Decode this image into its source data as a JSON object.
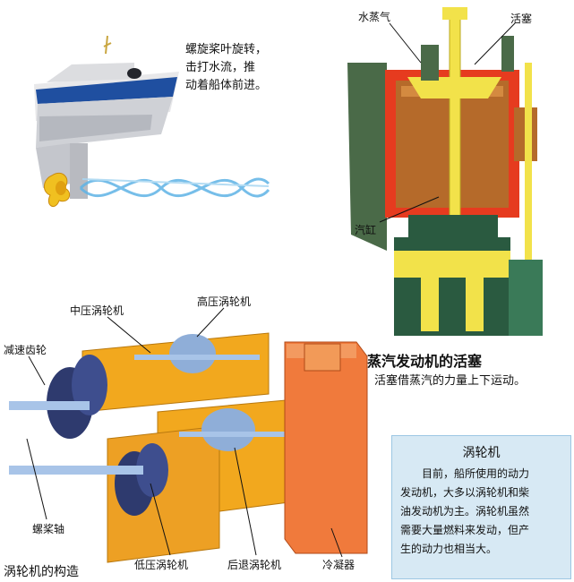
{
  "propeller": {
    "caption_lines": [
      "螺旋桨叶旋转，",
      "击打水流，推",
      "动着船体前进。"
    ]
  },
  "steam_engine": {
    "labels": {
      "steam": "水蒸气",
      "piston": "活塞",
      "cylinder": "汽缸"
    },
    "title": "蒸汽发动机的活塞",
    "caption": "活塞借蒸汽的力量上下运动。"
  },
  "turbine": {
    "labels": {
      "medium_pressure": "中压涡轮机",
      "high_pressure": "高压涡轮机",
      "reduction_gear": "减速齿轮",
      "propeller_shaft": "螺桨轴",
      "low_pressure": "低压涡轮机",
      "reverse": "后退涡轮机",
      "condenser": "冷凝器"
    },
    "title": "涡轮机的构造"
  },
  "info_box": {
    "title": "涡轮机",
    "lines": [
      "目前，船所使用的动力",
      "发动机，大多以涡轮机和柴",
      "油发动机为主。涡轮机虽然",
      "需要大量燃料来发动，但产",
      "生的动力也相当大。"
    ]
  },
  "colors": {
    "hull_blue": "#1f4fa0",
    "cylinder_brown": "#b56a2a",
    "steam_red": "#e63b1f",
    "brass_yellow": "#f2e24a",
    "machine_orange": "#f2a81e",
    "condenser_orange": "#f07a3c",
    "info_bg": "#d7e9f4"
  }
}
